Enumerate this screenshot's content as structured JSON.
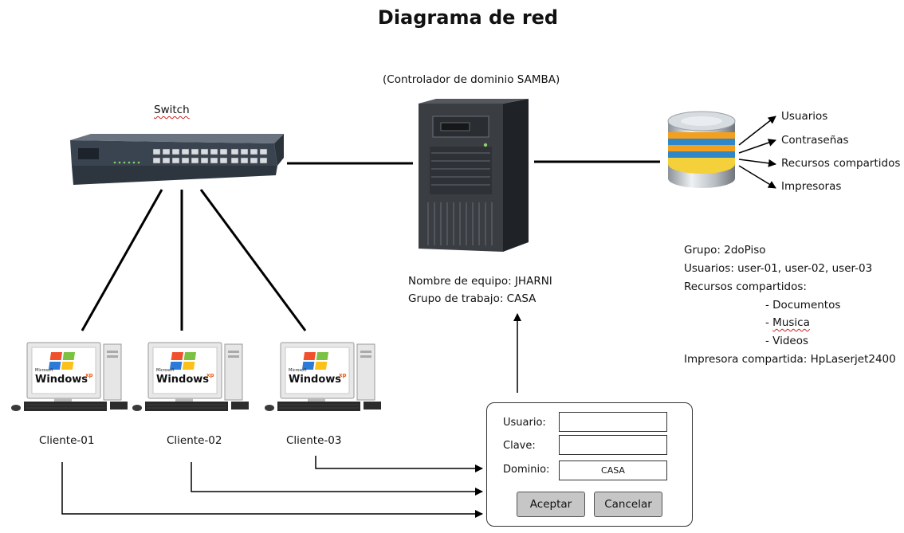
{
  "title": "Diagrama de red",
  "switch": {
    "label": "Switch"
  },
  "server": {
    "label": "(Controlador de dominio SAMBA)",
    "hostname": "Nombre de equipo: JHARNI",
    "workgroup": "Grupo de trabajo: CASA"
  },
  "database": {
    "items": [
      "Usuarios",
      "Contraseñas",
      "Recursos compartidos",
      "Impresoras"
    ]
  },
  "info": {
    "group": "Grupo: 2doPiso",
    "users": "Usuarios: user-01, user-02, user-03",
    "resources_header": "Recursos compartidos:",
    "documents": "- Documentos",
    "music_dash": "- ",
    "music": "Musica",
    "videos": "- Videos",
    "printer": "Impresora compartida: HpLaserjet2400"
  },
  "clients": [
    {
      "label": "Cliente-01"
    },
    {
      "label": "Cliente-02"
    },
    {
      "label": "Cliente-03"
    }
  ],
  "logo": {
    "brand": "Windows",
    "maker": "Microsoft",
    "suffix": "xp"
  },
  "login": {
    "user_label": "Usuario:",
    "user_value": "",
    "password_label": "Clave:",
    "password_value": "",
    "domain_label": "Dominio:",
    "domain_value": "CASA",
    "accept": "Aceptar",
    "cancel": "Cancelar"
  }
}
